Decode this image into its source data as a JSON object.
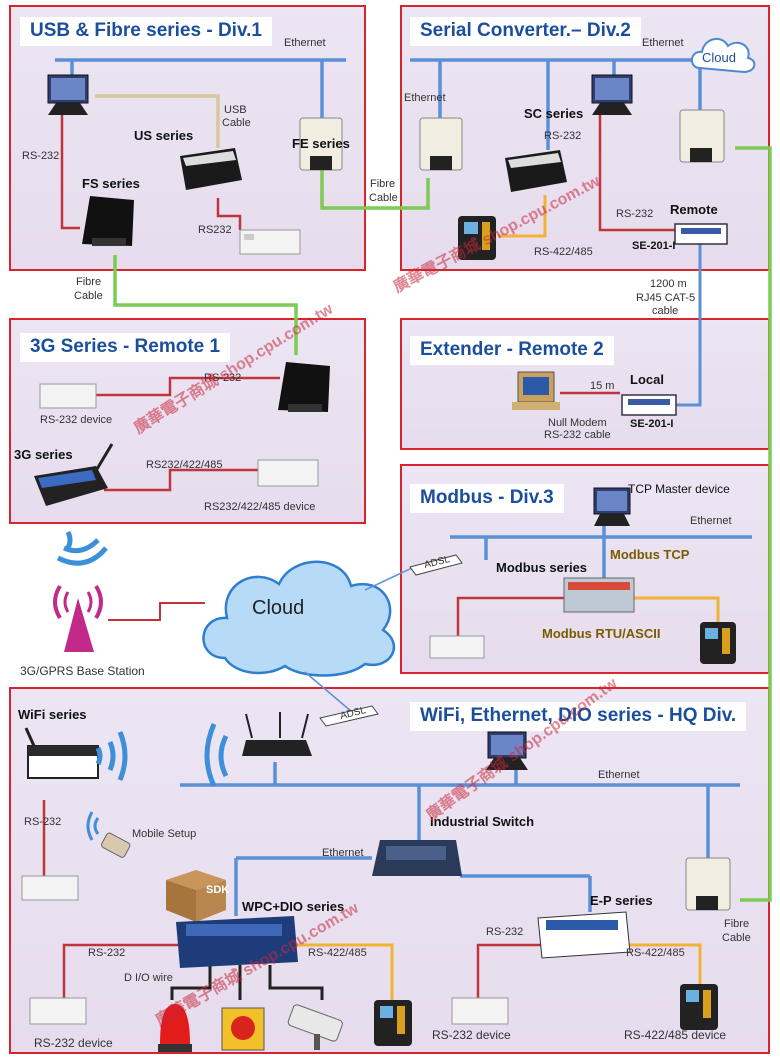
{
  "panels": {
    "div1": "USB & Fibre series - Div.1",
    "div2": "Serial Converter.–  Div.2",
    "remote1": "3G Series - Remote 1",
    "remote2": "Extender - Remote 2",
    "div3": "Modbus  - Div.3",
    "hq": "WiFi, Ethernet, DIO series - HQ Div."
  },
  "labels": {
    "ethernet": "Ethernet",
    "rs232": "RS-232",
    "rs232b": "RS232",
    "usb_cable_1": "USB",
    "usb_cable_2": "Cable",
    "us_series": "US series",
    "fs_series": "FS series",
    "fe_series": "FE series",
    "fibre": "Fibre",
    "cable": "Cable",
    "cloud": "Cloud",
    "sc_series": "SC series",
    "remote": "Remote",
    "se201": "SE-201-I",
    "rs422485": "RS-422/485",
    "dist_1200": "1200 m",
    "rj45": "RJ45 CAT-5",
    "cable_lc": "cable",
    "rs232_device": "RS-232 device",
    "g3_series": "3G series",
    "rs232422485": "RS232/422/485",
    "rs232422485_device": "RS232/422/485 device",
    "local": "Local",
    "dist_15": "15 m",
    "null_modem": "Null Modem",
    "rs232_cable": "RS-232 cable",
    "tcp_master": "TCP Master device",
    "adsl": "ADSL",
    "modbus_series": "Modbus series",
    "modbus_tcp": "Modbus TCP",
    "modbus_rtu": "Modbus RTU/ASCII",
    "base_station": "3G/GPRS Base Station",
    "wifi_series": "WiFi series",
    "mobile_setup": "Mobile Setup",
    "industrial_switch": "Industrial Switch",
    "wpc_dio": "WPC+DIO series",
    "sdk": "SDK",
    "dio_wire": "D I/O wire",
    "ep_series": "E-P series",
    "rs422485_device": "RS-422/485  device"
  },
  "watermark": "廣華電子商城 shop.cpu.com.tw",
  "colors": {
    "panel_border": "#d8242c",
    "title_blue": "#1b4f9c",
    "ethernet_line": "#5b8fd6",
    "serial_line": "#c0343c",
    "fibre_line": "#7ccb52",
    "rs485_line": "#f2b233",
    "usb_line": "#d8c79a"
  }
}
